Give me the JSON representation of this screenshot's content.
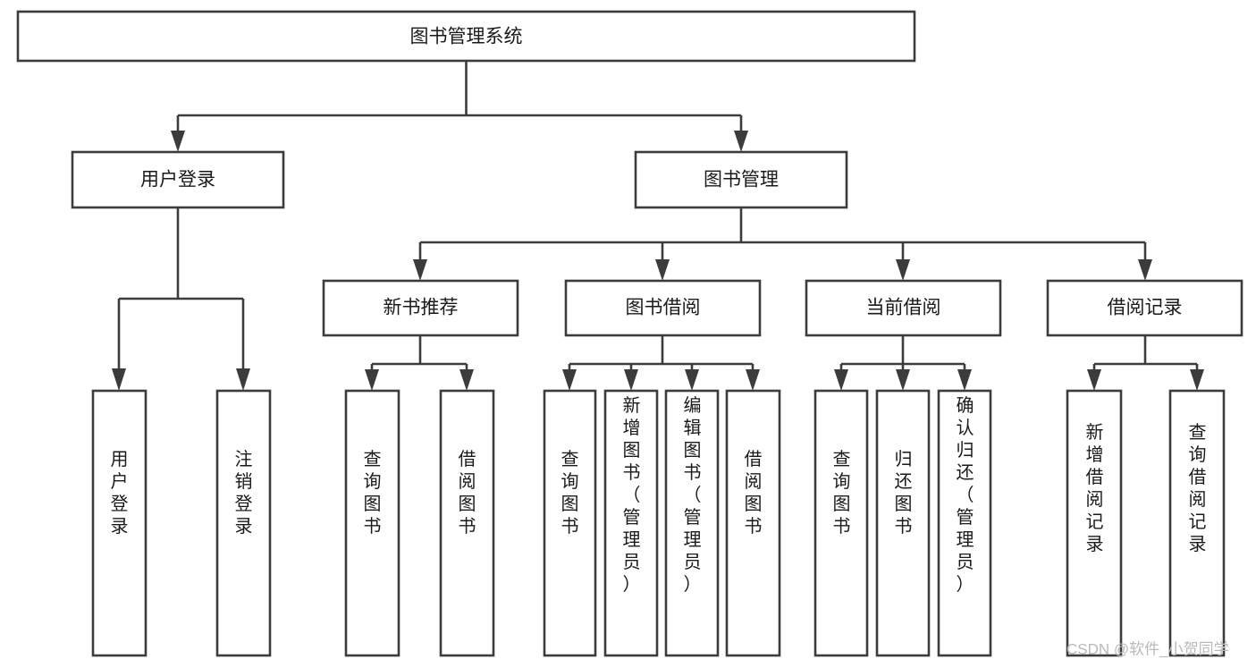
{
  "diagram": {
    "title": "图书管理系统",
    "watermark": "CSDN @软件_小贺同学",
    "line_color": "#3c3c3c",
    "box_fill": "#ffffff",
    "text_color": "#1a1a1a",
    "watermark_color": "#b9b9b9",
    "nodes": {
      "root": "图书管理系统",
      "level2": [
        "用户登录",
        "图书管理"
      ],
      "level3": [
        "新书推荐",
        "图书借阅",
        "当前借阅",
        "借阅记录"
      ],
      "leaves_user_login": [
        "用户登录",
        "注销登录"
      ],
      "leaves_new_book": [
        "查询图书",
        "借阅图书"
      ],
      "leaves_borrow": [
        "查询图书",
        "新增图书（管理员）",
        "编辑图书（管理员）",
        "借阅图书"
      ],
      "leaves_current": [
        "查询图书",
        "归还图书",
        "确认归还（管理员）"
      ],
      "leaves_records": [
        "新增借阅记录",
        "查询借阅记录"
      ]
    }
  },
  "chart_data": {
    "type": "table",
    "title": "图书管理系统 功能结构图",
    "tree": {
      "label": "图书管理系统",
      "children": [
        {
          "label": "用户登录",
          "children": [
            {
              "label": "用户登录",
              "children": []
            },
            {
              "label": "注销登录",
              "children": []
            }
          ]
        },
        {
          "label": "图书管理",
          "children": [
            {
              "label": "新书推荐",
              "children": [
                {
                  "label": "查询图书",
                  "children": []
                },
                {
                  "label": "借阅图书",
                  "children": []
                }
              ]
            },
            {
              "label": "图书借阅",
              "children": [
                {
                  "label": "查询图书",
                  "children": []
                },
                {
                  "label": "新增图书（管理员）",
                  "children": []
                },
                {
                  "label": "编辑图书（管理员）",
                  "children": []
                },
                {
                  "label": "借阅图书",
                  "children": []
                }
              ]
            },
            {
              "label": "当前借阅",
              "children": [
                {
                  "label": "查询图书",
                  "children": []
                },
                {
                  "label": "归还图书",
                  "children": []
                },
                {
                  "label": "确认归还（管理员）",
                  "children": []
                }
              ]
            },
            {
              "label": "借阅记录",
              "children": [
                {
                  "label": "新增借阅记录",
                  "children": []
                },
                {
                  "label": "查询借阅记录",
                  "children": []
                }
              ]
            }
          ]
        }
      ]
    }
  }
}
